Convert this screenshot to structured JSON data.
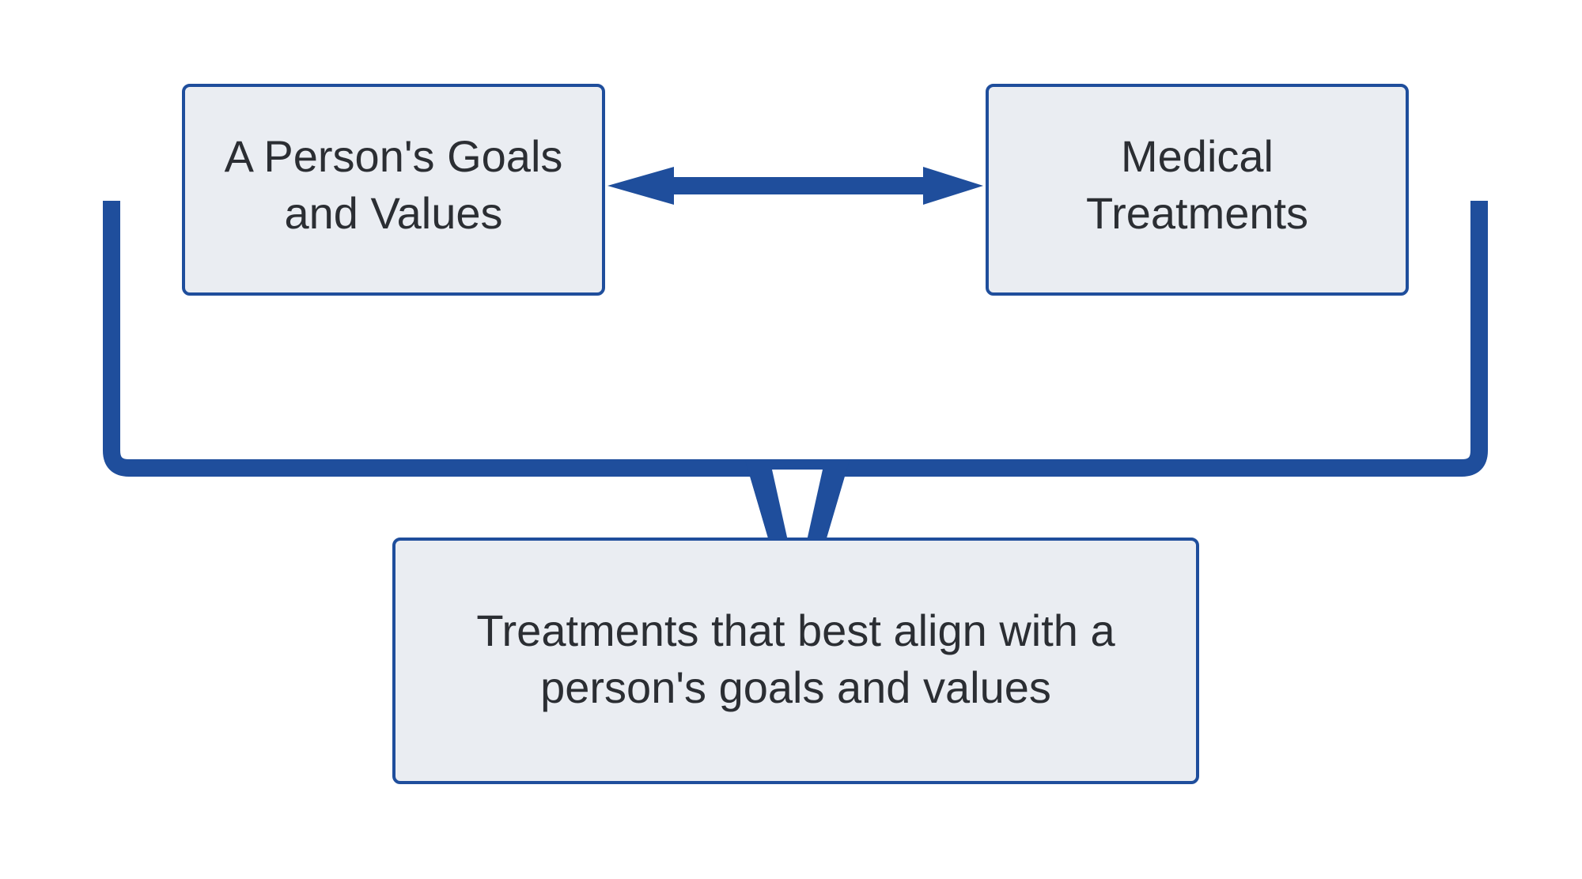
{
  "diagram": {
    "nodes": [
      {
        "id": "goals",
        "label": "A Person's Goals\nand Values"
      },
      {
        "id": "medical",
        "label": "Medical\nTreatments"
      },
      {
        "id": "result",
        "label": "Treatments that best align with a\nperson's goals and values"
      }
    ],
    "edges": [
      {
        "from": "goals",
        "to": "medical",
        "type": "bidirectional-arrow"
      },
      {
        "from": [
          "goals",
          "medical"
        ],
        "to": "result",
        "type": "merge-bracket"
      }
    ],
    "colors": {
      "stroke": "#1f4e9c",
      "box_fill": "#eaedf2",
      "text": "#2b2e33"
    }
  }
}
